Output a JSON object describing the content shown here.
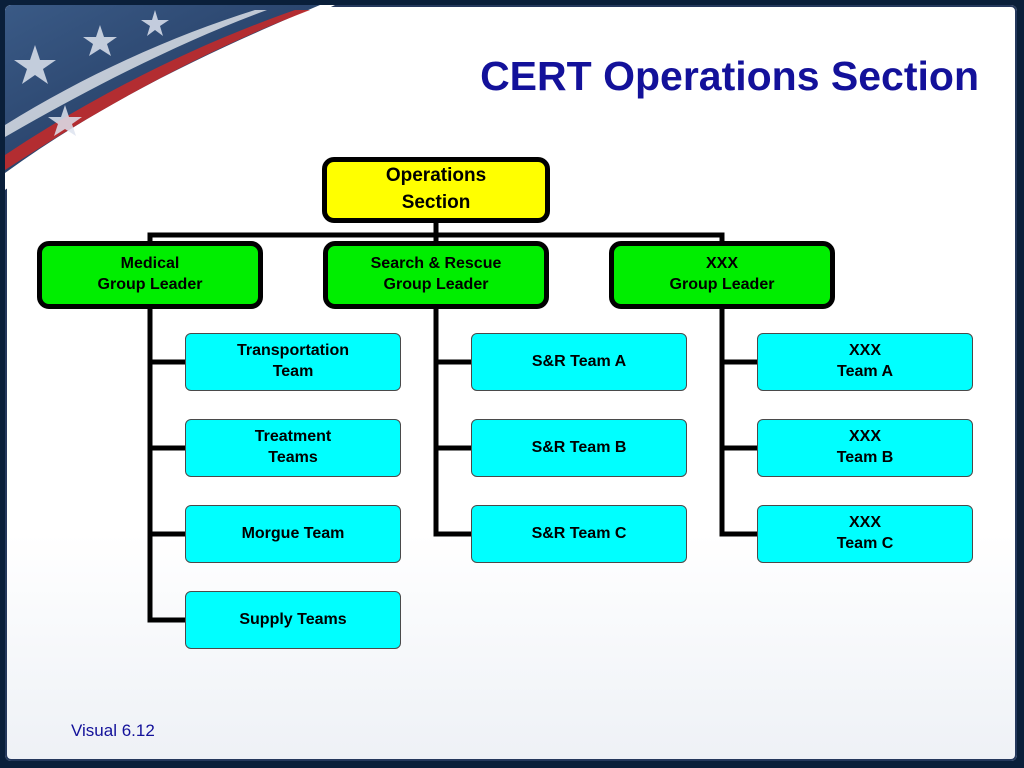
{
  "slide": {
    "title": "CERT Operations Section",
    "footer": "Visual 6.12"
  },
  "colors": {
    "title": "#13119a",
    "operations_box": "#ffff00",
    "leader_box": "#00ee00",
    "team_box": "#00ffff",
    "connector": "#000000"
  },
  "org_chart": {
    "root": {
      "label": "Operations\nSection"
    },
    "groups": [
      {
        "label": "Medical\nGroup Leader",
        "teams": [
          "Transportation\nTeam",
          "Treatment\nTeams",
          "Morgue Team",
          "Supply Teams"
        ]
      },
      {
        "label": "Search & Rescue\nGroup Leader",
        "teams": [
          "S&R Team A",
          "S&R Team B",
          "S&R Team C"
        ]
      },
      {
        "label": "XXX\nGroup Leader",
        "teams": [
          "XXX\nTeam A",
          "XXX\nTeam B",
          "XXX\nTeam C"
        ]
      }
    ]
  }
}
